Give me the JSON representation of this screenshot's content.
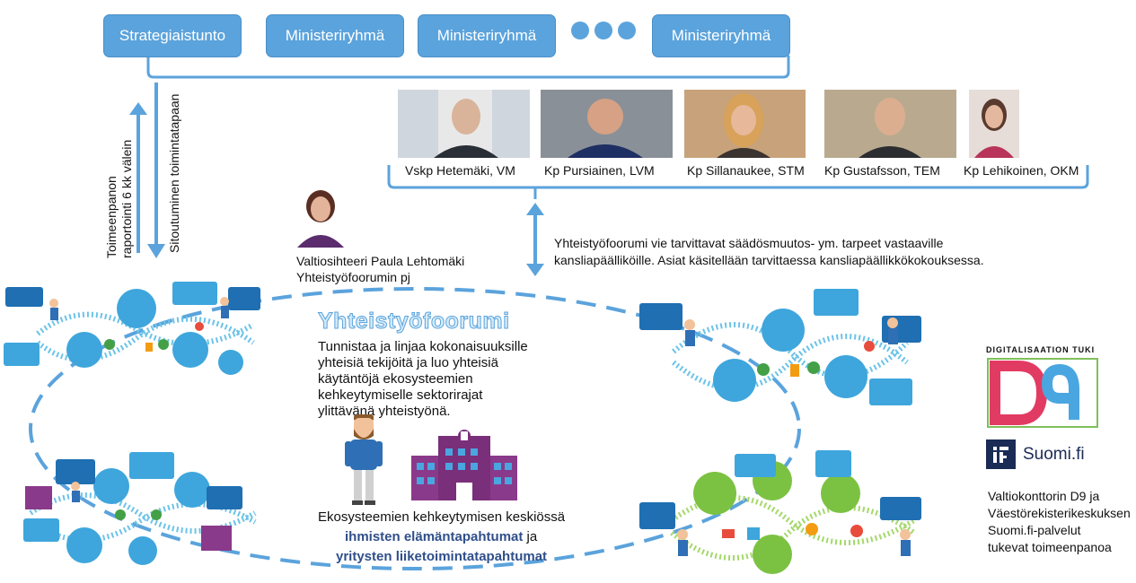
{
  "top_boxes": [
    "Strategiaistunto",
    "Ministeriryhmä",
    "Ministeriryhmä",
    "Ministeriryhmä"
  ],
  "vertical_labels": {
    "left_line1": "Toimeenpanon",
    "left_line2": "raportointi 6 kk välein",
    "right": "Sitoutuminen toimintatapaan"
  },
  "officials": [
    {
      "name": "Vskp Hetemäki, VM"
    },
    {
      "name": "Kp Pursiainen, LVM"
    },
    {
      "name": "Kp Sillanaukee, STM"
    },
    {
      "name": "Kp Gustafsson, TEM"
    },
    {
      "name": "Kp Lehikoinen, OKM"
    }
  ],
  "chair": {
    "line1": "Valtiosihteeri Paula Lehtomäki",
    "line2": "Yhteistyöfoorumin pj"
  },
  "forum_note": {
    "line1": "Yhteistyöfoorumi vie tarvittavat säädösmuutos- ym. tarpeet vastaaville",
    "line2": "kansliapäälliköille. Asiat käsitellään tarvittaessa kansliapäällikkökokouksessa."
  },
  "forum": {
    "title": "Yhteistyöfoorumi",
    "description": "Tunnistaa ja linjaa kokonaisuuksille yhteisiä tekijöitä ja luo yhteisiä käytäntöjä ekosysteemien kehkeytymiselle sektorirajat ylittävänä yhteistyönä."
  },
  "ecosystem": {
    "line1": "Ekosysteemien kehkeytymisen keskiössä",
    "bold1": "ihmisten elämäntapahtumat",
    "join": " ja",
    "bold2": "yritysten liiketoimintatapahtumat"
  },
  "d9": {
    "label": "DIGITALISAATION TUKI",
    "text": "D9"
  },
  "suomi_fi": "Suomi.fi",
  "support_note": [
    "Valtiokonttorin D9 ja",
    "Väestörekisterikeskuksen",
    "Suomi.fi-palvelut",
    "tukevat toimeenpanoa"
  ],
  "colors": {
    "accent": "#5ba3dc",
    "bubble": "#3ea6dc",
    "green_bubble": "#7cc242",
    "purple": "#8a3a8a",
    "navy": "#2f4f8a"
  }
}
